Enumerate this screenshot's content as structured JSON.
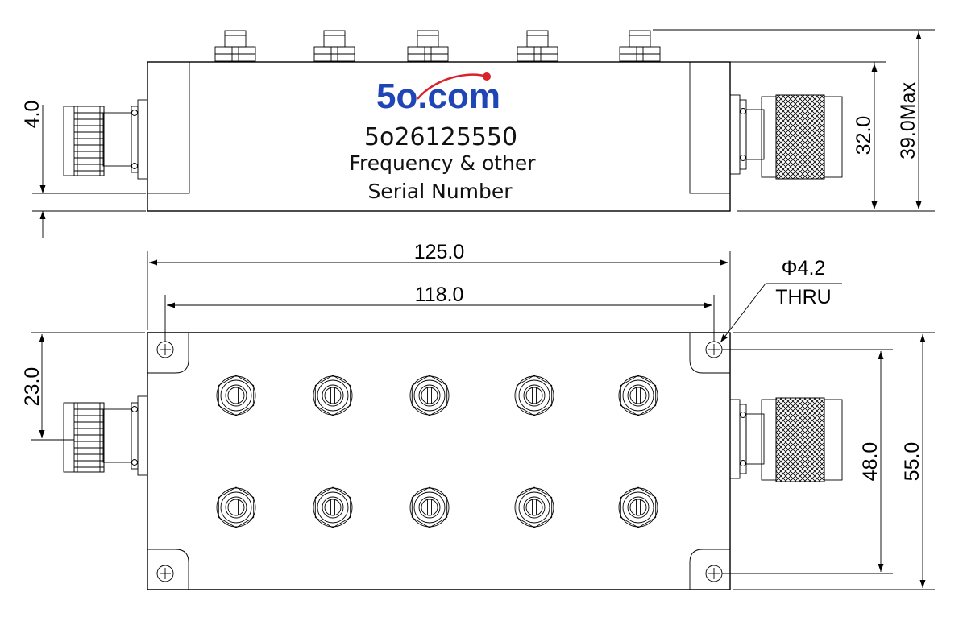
{
  "logo": {
    "text": "5o.com",
    "dot_color": "#d9222a",
    "arc_color": "#d9222a",
    "text_color": "#1f45b6"
  },
  "label": {
    "part_number": "5o26125550",
    "line2": "Frequency & other",
    "line3": "Serial Number"
  },
  "dimensions": {
    "overall_length": "125.0",
    "hole_spacing_length": "118.0",
    "hole_callout_diameter": "Φ4.2",
    "hole_callout_type": "THRU",
    "left_connector_offset_top": "4.0",
    "left_connector_offset_plan": "23.0",
    "body_height": "32.0",
    "max_height": "39.0Max",
    "hole_spacing_width": "48.0",
    "overall_width": "55.0"
  },
  "tuning_screws": {
    "rows": 2,
    "per_row": 5
  }
}
